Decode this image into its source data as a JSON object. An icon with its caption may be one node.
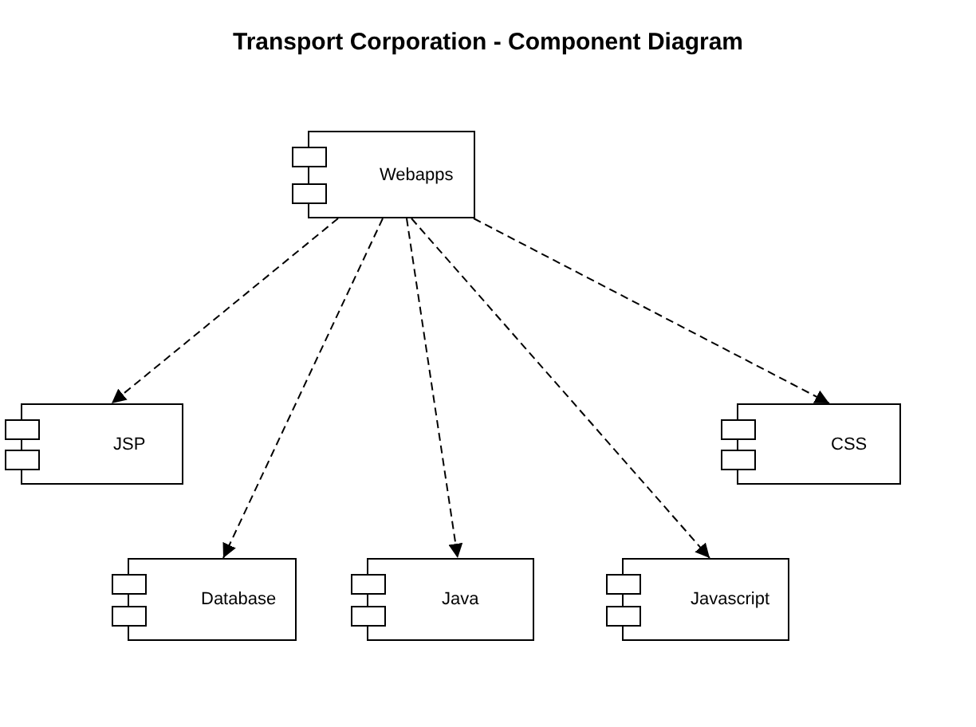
{
  "diagram": {
    "title": "Transport Corporation - Component Diagram",
    "nodes": [
      {
        "text": [
          "Webapps"
        ]
      },
      {
        "text": [
          "JSP"
        ]
      },
      {
        "text": [
          "CSS"
        ]
      },
      {
        "text": [
          "Database"
        ]
      },
      {
        "text": [
          "Java"
        ]
      },
      {
        "text": [
          "Javascript"
        ]
      }
    ],
    "edges": [
      {
        "from": 0,
        "to": 1,
        "arrow": "to",
        "style": "dashed"
      },
      {
        "from": 0,
        "to": 3,
        "arrow": "to",
        "style": "dashed"
      },
      {
        "from": 0,
        "to": 4,
        "arrow": "to",
        "style": "dashed"
      },
      {
        "from": 0,
        "to": 5,
        "arrow": "to",
        "style": "dashed"
      },
      {
        "from": 0,
        "to": 2,
        "arrow": "to",
        "style": "dashed"
      }
    ]
  }
}
